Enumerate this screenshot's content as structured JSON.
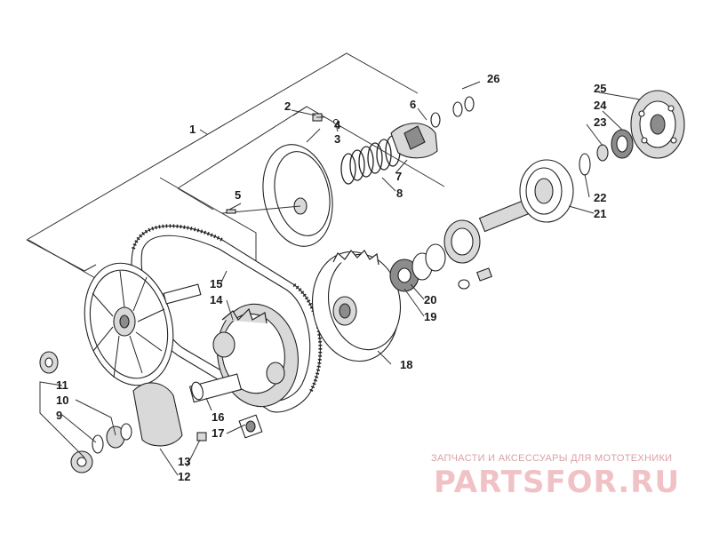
{
  "diagram": {
    "callouts": [
      {
        "id": "1",
        "text": "1"
      },
      {
        "id": "2",
        "text": "2"
      },
      {
        "id": "3",
        "text": "3"
      },
      {
        "id": "4",
        "text": "4"
      },
      {
        "id": "5",
        "text": "5"
      },
      {
        "id": "6",
        "text": "6"
      },
      {
        "id": "7",
        "text": "7"
      },
      {
        "id": "8",
        "text": "8"
      },
      {
        "id": "9",
        "text": "9"
      },
      {
        "id": "10",
        "text": "10"
      },
      {
        "id": "11",
        "text": "11"
      },
      {
        "id": "12",
        "text": "12"
      },
      {
        "id": "13",
        "text": "13"
      },
      {
        "id": "14",
        "text": "14"
      },
      {
        "id": "15",
        "text": "15"
      },
      {
        "id": "16",
        "text": "16"
      },
      {
        "id": "17",
        "text": "17"
      },
      {
        "id": "18",
        "text": "18"
      },
      {
        "id": "19",
        "text": "19"
      },
      {
        "id": "20",
        "text": "20"
      },
      {
        "id": "21",
        "text": "21"
      },
      {
        "id": "22",
        "text": "22"
      },
      {
        "id": "23",
        "text": "23"
      },
      {
        "id": "24",
        "text": "24"
      },
      {
        "id": "25",
        "text": "25"
      },
      {
        "id": "26",
        "text": "26"
      }
    ]
  },
  "watermark": {
    "tagline": "ЗАПЧАСТИ И АКСЕССУАРЫ ДЛЯ МОТОТЕХНИКИ",
    "brand": "PARTSFOR.RU",
    "color": "#e8a0a8"
  }
}
